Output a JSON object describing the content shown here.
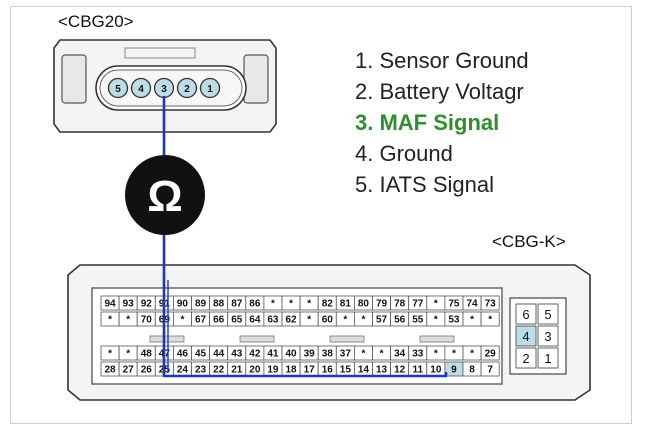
{
  "connector_top": {
    "label": "<CBG20>",
    "pins": [
      "5",
      "4",
      "3",
      "2",
      "1"
    ],
    "highlight_pin": "3"
  },
  "legend": {
    "items": [
      {
        "text": "1. Sensor Ground",
        "highlight": false
      },
      {
        "text": "2. Battery Voltagr",
        "highlight": false
      },
      {
        "text": "3. MAF Signal",
        "highlight": true
      },
      {
        "text": "4. Ground",
        "highlight": false
      },
      {
        "text": "5. IATS Signal",
        "highlight": false
      }
    ]
  },
  "meter": {
    "symbol": "Ω"
  },
  "connector_bottom": {
    "label": "<CBG-K>",
    "rows": [
      [
        "94",
        "93",
        "92",
        "91",
        "90",
        "89",
        "88",
        "87",
        "86",
        "*",
        "*",
        "*",
        "82",
        "81",
        "80",
        "79",
        "78",
        "77",
        "*",
        "75",
        "74",
        "73"
      ],
      [
        "*",
        "*",
        "70",
        "69",
        "*",
        "67",
        "66",
        "65",
        "64",
        "63",
        "62",
        "*",
        "60",
        "*",
        "*",
        "57",
        "56",
        "55",
        "*",
        "53",
        "*",
        "*"
      ],
      [
        "*",
        "*",
        "48",
        "47",
        "46",
        "45",
        "44",
        "43",
        "42",
        "41",
        "40",
        "39",
        "38",
        "37",
        "*",
        "*",
        "34",
        "33",
        "*",
        "*",
        "*",
        "29"
      ],
      [
        "28",
        "27",
        "26",
        "25",
        "24",
        "23",
        "22",
        "21",
        "20",
        "19",
        "18",
        "17",
        "16",
        "15",
        "14",
        "13",
        "12",
        "11",
        "10",
        "9",
        "8",
        "7"
      ]
    ],
    "highlight_pin": "9",
    "side_block": [
      "6",
      "5",
      "4",
      "3",
      "2",
      "1"
    ],
    "side_highlight": "4"
  },
  "colors": {
    "wire": "#1f35c9",
    "highlight_fill": "#bcdde6",
    "legend_highlight": "#2f8f2f"
  }
}
